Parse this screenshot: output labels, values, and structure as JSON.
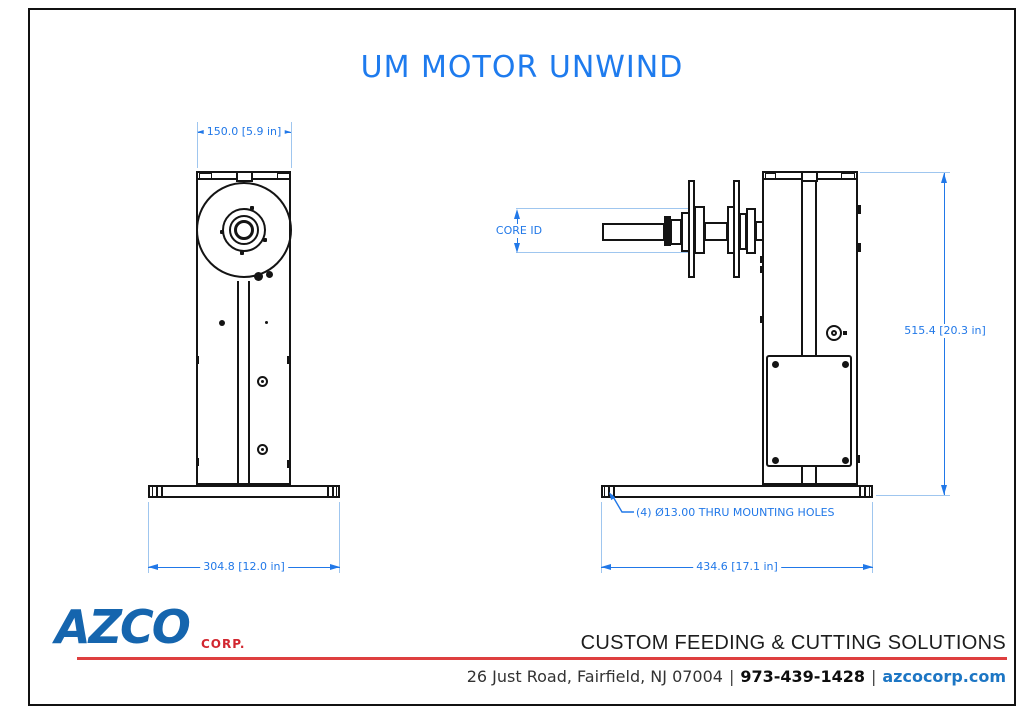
{
  "title": "UM MOTOR UNWIND",
  "front_view": {
    "top_dim": "150.0 [5.9 in]",
    "base_dim": "304.8 [12.0 in]"
  },
  "side_view": {
    "core_id": "CORE ID",
    "height_dim": "515.4 [20.3 in]",
    "base_dim": "434.6 [17.1 in]",
    "mounting_note": "(4) Ø13.00 THRU MOUNTING HOLES"
  },
  "footer": {
    "logo": "AZCO",
    "logo_suffix": "CORP.",
    "tagline": "CUSTOM FEEDING & CUTTING SOLUTIONS",
    "address": "26 Just Road, Fairfield, NJ 07004",
    "phone": "973-439-1428",
    "website": "azcocorp.com",
    "sep": "|"
  },
  "colors": {
    "dimension_blue": "#2178E8",
    "extension_blue": "#9FC6EF",
    "title_blue": "#1E7BEE",
    "drawing_black": "#141414",
    "logo_blue": "#1565AE",
    "logo_red": "#D22730",
    "accent_red": "#DE3F3F",
    "link_blue": "#1D76C4"
  }
}
